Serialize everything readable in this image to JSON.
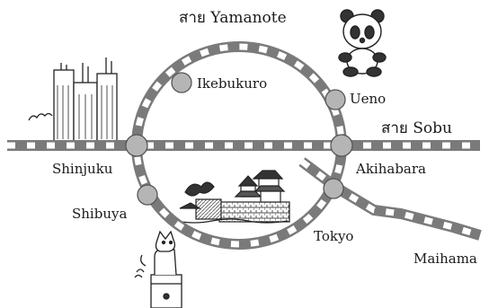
{
  "map": {
    "lines": [
      {
        "id": "yamanote",
        "label": "สาย Yamanote",
        "shape": "loop"
      },
      {
        "id": "sobu",
        "label": "สาย Sobu",
        "shape": "through"
      }
    ],
    "stations": [
      {
        "id": "ikebukuro",
        "name": "Ikebukuro"
      },
      {
        "id": "ueno",
        "name": "Ueno"
      },
      {
        "id": "shinjuku",
        "name": "Shinjuku"
      },
      {
        "id": "akihabara",
        "name": "Akihabara"
      },
      {
        "id": "shibuya",
        "name": "Shibuya"
      },
      {
        "id": "tokyo",
        "name": "Tokyo"
      },
      {
        "id": "maihama",
        "name": "Maihama"
      }
    ],
    "illustrations": [
      "skyscrapers",
      "panda",
      "castle",
      "dog-statue"
    ],
    "colors": {
      "track": "#7a7a7a",
      "tie": "#ffffff",
      "station": "#b5b5b5",
      "ink": "#1a1a1a"
    }
  }
}
